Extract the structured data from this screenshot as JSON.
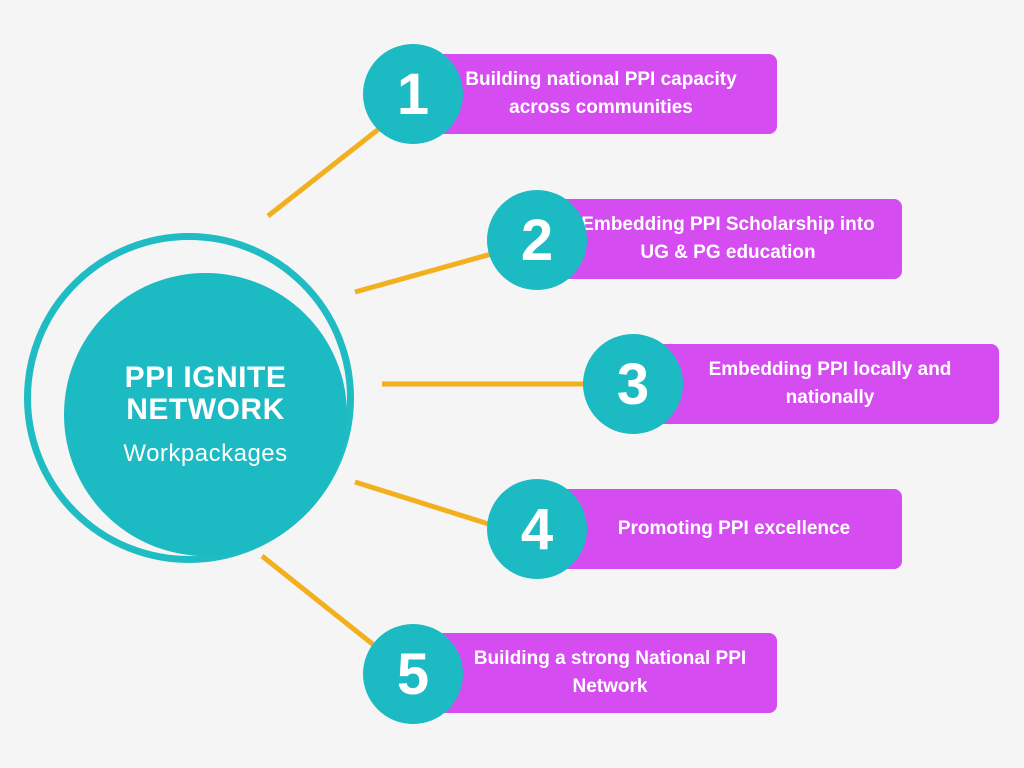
{
  "center": {
    "title": "PPI IGNITE NETWORK",
    "subtitle": "Workpackages"
  },
  "items": [
    {
      "number": "1",
      "label": "Building national PPI capacity across communities"
    },
    {
      "number": "2",
      "label": "Embedding PPI Scholarship into UG & PG education"
    },
    {
      "number": "3",
      "label": "Embedding PPI locally and nationally"
    },
    {
      "number": "4",
      "label": "Promoting PPI excellence"
    },
    {
      "number": "5",
      "label": "Building a strong National PPI Network"
    }
  ],
  "colors": {
    "background": "#f5f5f5",
    "teal": "#1cbac2",
    "magenta": "#d54df0",
    "connector": "#f2b01e",
    "text": "#ffffff"
  }
}
